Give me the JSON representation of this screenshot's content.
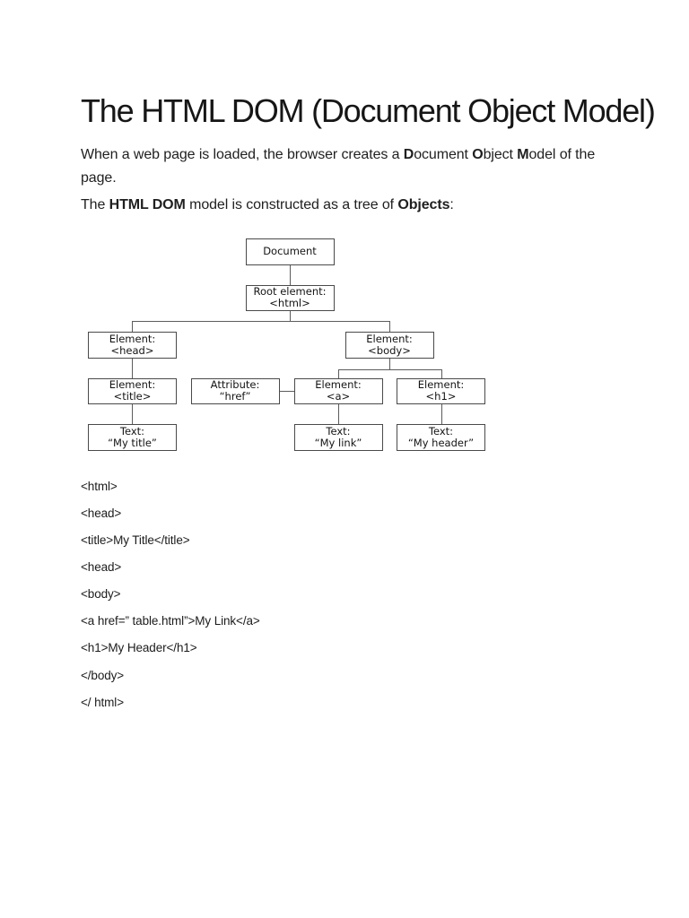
{
  "page": {
    "title": "The HTML DOM (Document Object Model)"
  },
  "paragraphs": {
    "intro": [
      {
        "text": "When a web page is loaded, the browser creates a ",
        "bold": false
      },
      {
        "text": "D",
        "bold": true
      },
      {
        "text": "ocument ",
        "bold": false
      },
      {
        "text": "O",
        "bold": true
      },
      {
        "text": "bject ",
        "bold": false
      },
      {
        "text": "M",
        "bold": true
      },
      {
        "text": "odel of the page.",
        "bold": false
      }
    ],
    "tree_intro": [
      {
        "text": "The ",
        "bold": false
      },
      {
        "text": "HTML DOM",
        "bold": true
      },
      {
        "text": " model is constructed as a tree of ",
        "bold": false
      },
      {
        "text": "Objects",
        "bold": true
      },
      {
        "text": ":",
        "bold": false
      }
    ]
  },
  "diagram": {
    "nodes": [
      {
        "id": "document",
        "line1": "Document",
        "line2": ""
      },
      {
        "id": "root",
        "line1": "Root element:",
        "line2": "<html>"
      },
      {
        "id": "head",
        "line1": "Element:",
        "line2": "<head>"
      },
      {
        "id": "body",
        "line1": "Element:",
        "line2": "<body>"
      },
      {
        "id": "title",
        "line1": "Element:",
        "line2": "<title>"
      },
      {
        "id": "attribute",
        "line1": "Attribute:",
        "line2": "“href”"
      },
      {
        "id": "a",
        "line1": "Element:",
        "line2": "<a>"
      },
      {
        "id": "h1",
        "line1": "Element:",
        "line2": "<h1>"
      },
      {
        "id": "text-title",
        "line1": "Text:",
        "line2": "“My title”"
      },
      {
        "id": "text-link",
        "line1": "Text:",
        "line2": "“My link”"
      },
      {
        "id": "text-header",
        "line1": "Text:",
        "line2": "“My header”"
      }
    ]
  },
  "code_lines": [
    "<html>",
    "<head>",
    "<title>My Title</title>",
    "<head>",
    "<body>",
    "<a href=” table.html”>My Link</a>",
    "<h1>My Header</h1>",
    "</body>",
    "</ html>"
  ]
}
